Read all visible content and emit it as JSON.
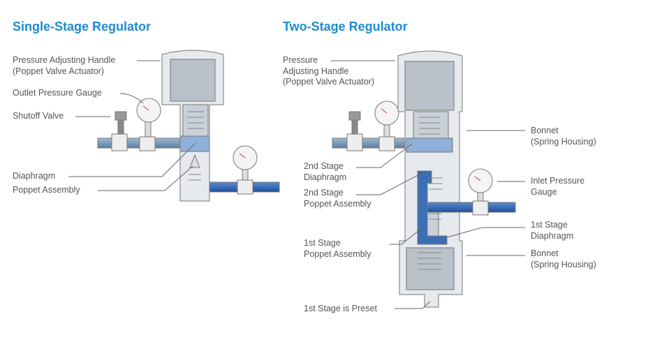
{
  "single": {
    "title": "Single-Stage Regulator",
    "labels": {
      "handle_1": "Pressure Adjusting Handle",
      "handle_2": "(Poppet Valve Actuator)",
      "outlet_gauge": "Outlet Pressure Gauge",
      "shutoff": "Shutoff Valve",
      "diaphragm": "Diaphragm",
      "poppet": "Poppet Assembly"
    }
  },
  "two": {
    "title": "Two-Stage Regulator",
    "labels": {
      "handle_1": "Pressure",
      "handle_2": "Adjusting Handle",
      "handle_3": "(Poppet Valve Actuator)",
      "bonnet1_1": "Bonnet",
      "bonnet1_2": "(Spring Housing)",
      "d2_1": "2nd Stage",
      "d2_2": "Diaphragm",
      "p2_1": "2nd Stage",
      "p2_2": "Poppet Assembly",
      "inlet_1": "Inlet Pressure",
      "inlet_2": "Gauge",
      "d1_1": "1st Stage",
      "d1_2": "Diaphragm",
      "p1_1": "1st Stage",
      "p1_2": "Poppet Assembly",
      "bonnet2_1": "Bonnet",
      "bonnet2_2": "(Spring Housing)",
      "preset": "1st Stage is Preset"
    }
  },
  "colors": {
    "title": "#1e8bd0",
    "gas": "#3a6fb5",
    "body": "#e4e8ec"
  }
}
